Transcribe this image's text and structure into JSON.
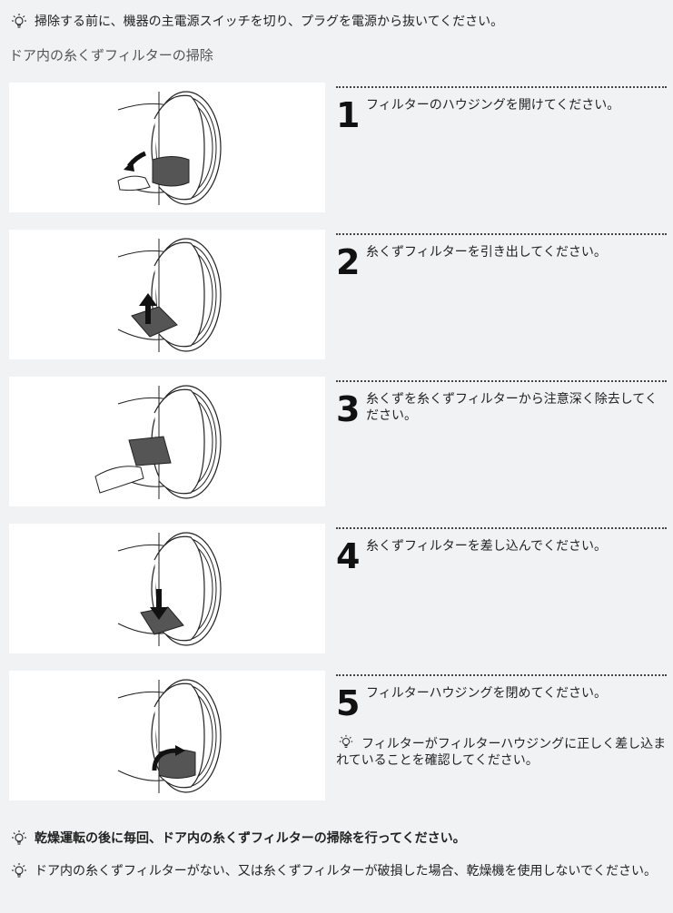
{
  "top_tip": "掃除する前に、機器の主電源スイッチを切り、プラグを電源から抜いてください。",
  "section_title": "ドア内の糸くずフィルターの掃除",
  "steps": [
    {
      "num": "1",
      "text": "フィルターのハウジングを開けてください。"
    },
    {
      "num": "2",
      "text": "糸くずフィルターを引き出してください。"
    },
    {
      "num": "3",
      "text": "糸くずを糸くずフィルターから注意深く除去してください。"
    },
    {
      "num": "4",
      "text": "糸くずフィルターを差し込んでください。"
    },
    {
      "num": "5",
      "text": "フィルターハウジングを閉めてください。",
      "note": "フィルターがフィルターハウジングに正しく差し込まれていることを確認してください。"
    }
  ],
  "bottom_tip_1": "乾燥運転の後に毎回、ドア内の糸くずフィルターの掃除を行ってください。",
  "bottom_tip_2": "ドア内の糸くずフィルターがない、又は糸くずフィルターが破損した場合、乾燥機を使用しないでください。",
  "icons": {
    "tip": "lightbulb-icon"
  }
}
